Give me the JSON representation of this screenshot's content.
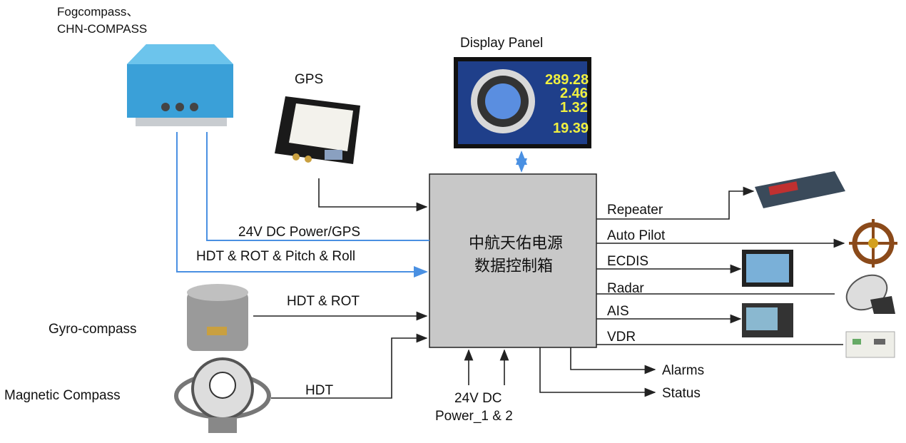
{
  "devices": {
    "fogcompass": {
      "line1": "Fogcompass、",
      "line2": "CHN-COMPASS"
    },
    "gps": "GPS",
    "display_panel": "Display Panel",
    "gyro": "Gyro-compass",
    "magnetic": "Magnetic Compass"
  },
  "display_values": [
    "289.28",
    "2.46",
    "1.32",
    "19.39"
  ],
  "controller": {
    "line1": "中航天佑电源",
    "line2": "数据控制箱"
  },
  "inputs": {
    "power_gps": "24V DC Power/GPS",
    "hdt_rot_pitch_roll": "HDT & ROT & Pitch & Roll",
    "hdt_rot": "HDT & ROT",
    "hdt": "HDT",
    "power_line1": "24V DC",
    "power_line2": "Power_1 & 2"
  },
  "outputs": [
    "Repeater",
    "Auto Pilot",
    "ECDIS",
    "Radar",
    "AIS",
    "VDR",
    "Alarms",
    "Status"
  ],
  "colors": {
    "controller": "#c8c8c8",
    "signal_blue": "#4a90e2",
    "fog_blue": "#3aa0d8"
  }
}
